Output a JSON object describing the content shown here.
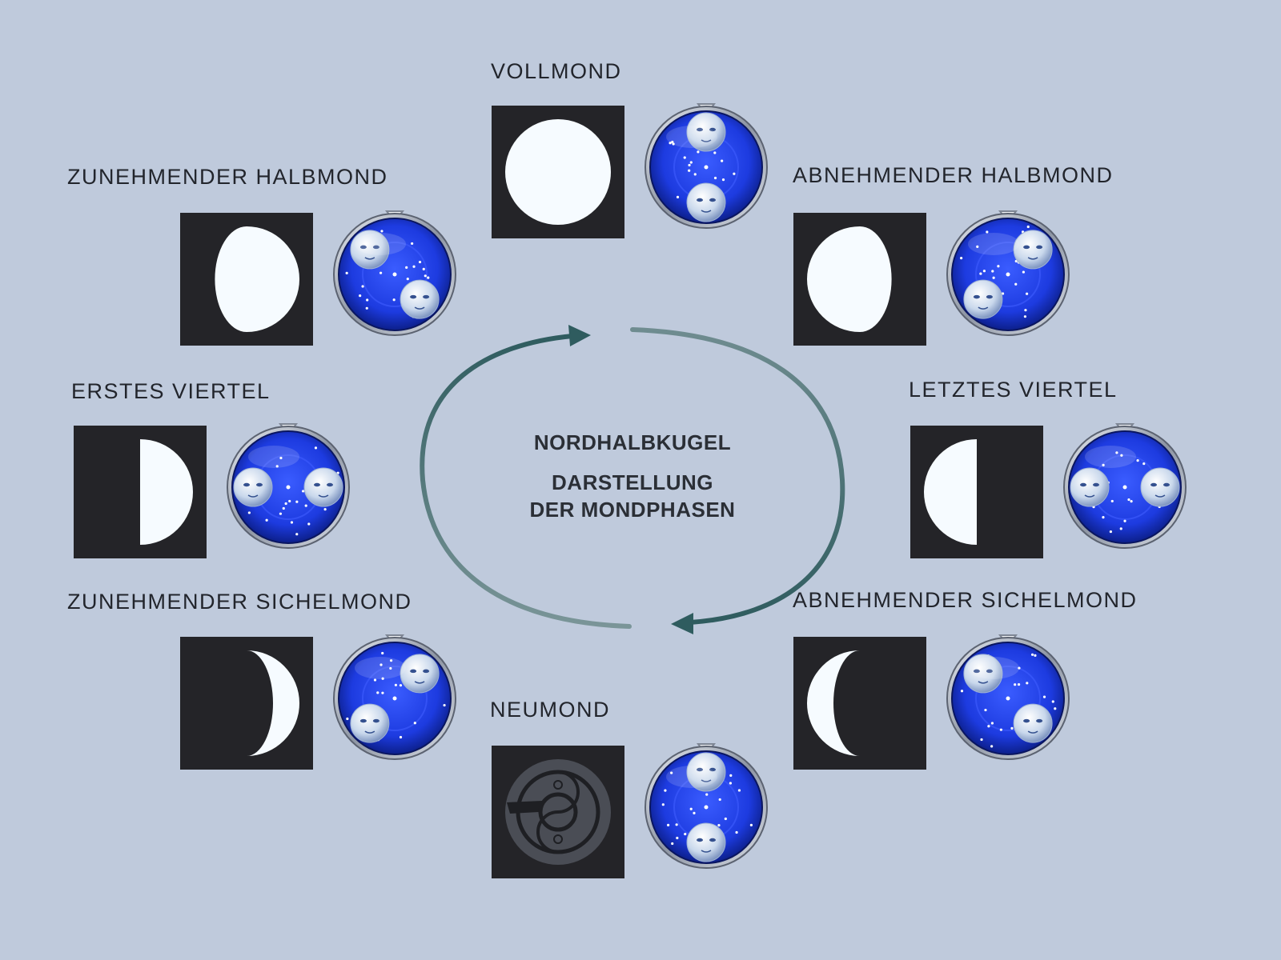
{
  "center": {
    "hemisphere": "NORDHALBKUGEL",
    "title_line1": "DARSTELLUNG",
    "title_line2": "DER MONDPHASEN"
  },
  "colors": {
    "background": "#bfcadc",
    "box": "#242428",
    "moon": "#f6fbff",
    "dial_blue": "#1f3fe0",
    "arrow": "#2f5c5f"
  },
  "phases": [
    {
      "id": "vollmond",
      "label": "VOLLMOND",
      "illumination": 1.0,
      "lit_side": "full"
    },
    {
      "id": "abnehmender-halbmond",
      "label": "ABNEHMENDER HALBMOND",
      "illumination": 0.8,
      "lit_side": "left"
    },
    {
      "id": "letztes-viertel",
      "label": "LETZTES VIERTEL",
      "illumination": 0.5,
      "lit_side": "left"
    },
    {
      "id": "abnehmender-sichelmond",
      "label": "ABNEHMENDER SICHELMOND",
      "illumination": 0.25,
      "lit_side": "left"
    },
    {
      "id": "neumond",
      "label": "NEUMOND",
      "illumination": 0.0,
      "lit_side": "none",
      "icon": "gb-logo-icon"
    },
    {
      "id": "zunehmender-sichelmond",
      "label": "ZUNEHMENDER SICHELMOND",
      "illumination": 0.25,
      "lit_side": "right"
    },
    {
      "id": "erstes-viertel",
      "label": "ERSTES VIERTEL",
      "illumination": 0.5,
      "lit_side": "right"
    },
    {
      "id": "zunehmender-halbmond",
      "label": "ZUNEHMENDER HALBMOND",
      "illumination": 0.8,
      "lit_side": "right"
    }
  ]
}
